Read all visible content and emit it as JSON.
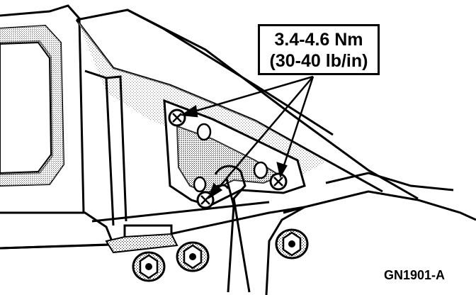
{
  "callout": {
    "torque_metric": "3.4-4.6 Nm",
    "torque_imperial": "(30-40 lb/in)"
  },
  "figure_id": "GN1901-A",
  "colors": {
    "ink": "#000000",
    "paper": "#ffffff",
    "shade": "#9a9a9a"
  }
}
